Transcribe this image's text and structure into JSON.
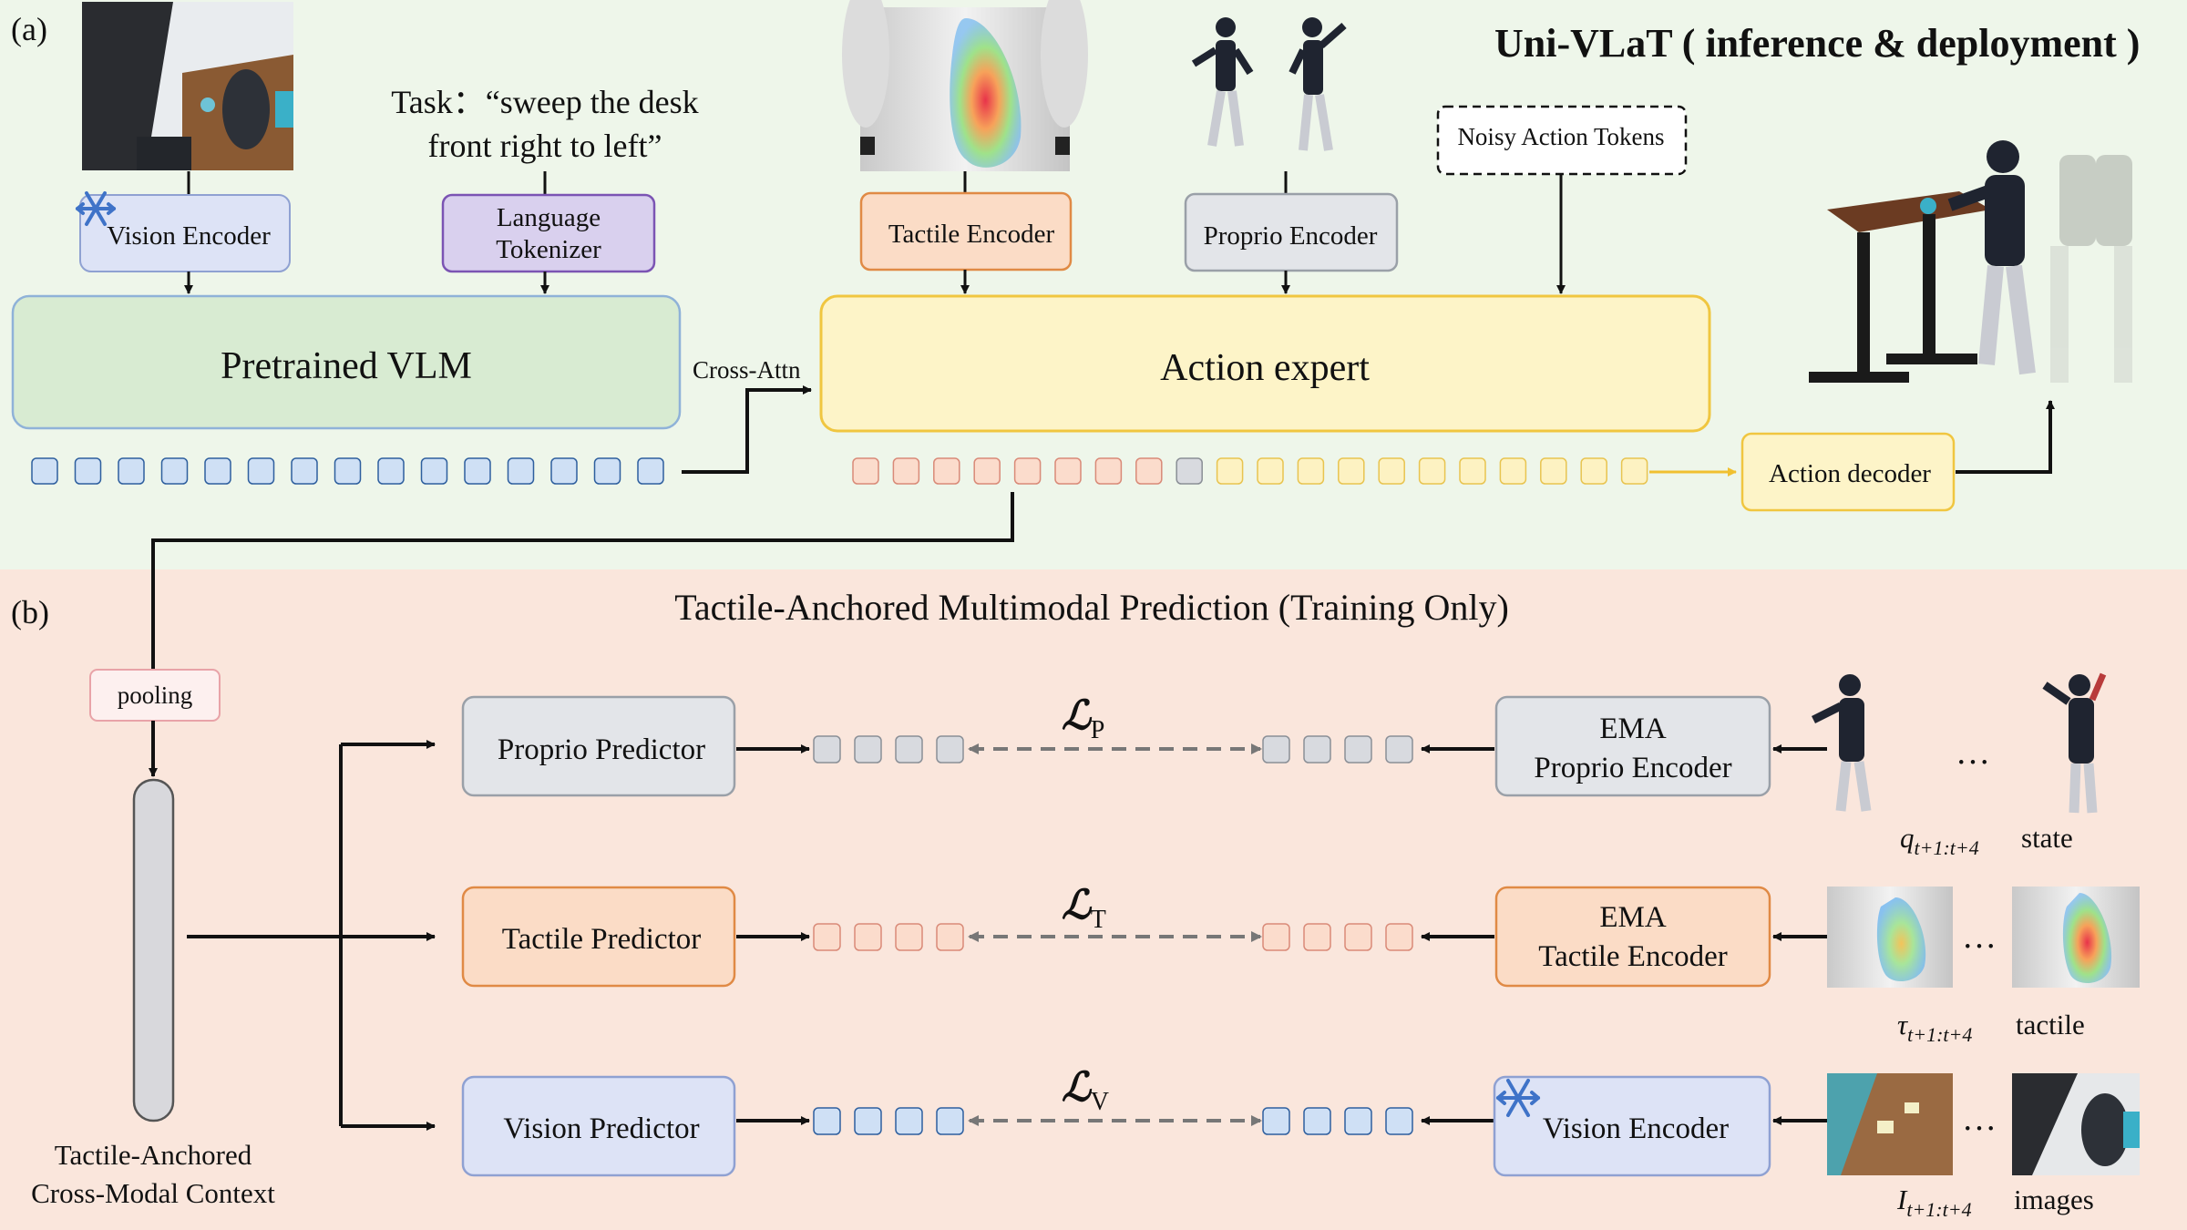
{
  "panel_a": {
    "label": "(a)",
    "title": "Uni-VLaT ( inference & deployment )",
    "task_text_line1": "Task：“sweep the desk",
    "task_text_line2": "front right to left”",
    "vision_encoder": "Vision Encoder",
    "language_tokenizer_line1": "Language",
    "language_tokenizer_line2": "Tokenizer",
    "tactile_encoder": "Tactile Encoder",
    "proprio_encoder": "Proprio Encoder",
    "noisy_action_tokens": "Noisy Action Tokens",
    "pretrained_vlm": "Pretrained VLM",
    "cross_attn": "Cross-Attn",
    "action_expert": "Action expert",
    "action_decoder": "Action decoder"
  },
  "panel_b": {
    "label": "(b)",
    "title": "Tactile-Anchored Multimodal Prediction (Training Only)",
    "pooling": "pooling",
    "context_line1": "Tactile-Anchored",
    "context_line2": "Cross-Modal Context",
    "proprio_predictor": "Proprio Predictor",
    "tactile_predictor": "Tactile Predictor",
    "vision_predictor": "Vision Predictor",
    "loss_p_main": "ℒ",
    "loss_p_sub": "P",
    "loss_t_main": "ℒ",
    "loss_t_sub": "T",
    "loss_v_main": "ℒ",
    "loss_v_sub": "V",
    "ema_label": "EMA",
    "ema_proprio_encoder": "Proprio Encoder",
    "ema_tactile_encoder": "Tactile Encoder",
    "vision_encoder": "Vision Encoder",
    "ellipsis": "…",
    "q_main": "q",
    "q_sub": "t+1:t+4",
    "state": "state",
    "tau_main": "τ",
    "tau_sub": "t+1:t+4",
    "tactile": "tactile",
    "i_main": "I",
    "i_sub": "t+1:t+4",
    "images": "images"
  },
  "colors": {
    "panel_a_bg": "#eef6ea",
    "panel_b_bg": "#fae6dc",
    "vision_fill": "#dde3f6",
    "vision_stroke": "#8fa1d2",
    "language_fill": "#d9d0ee",
    "language_stroke": "#7b54b3",
    "tactile_fill": "#fbdcc6",
    "tactile_stroke": "#e08a45",
    "proprio_fill": "#e3e5e9",
    "proprio_stroke": "#9aa0a8",
    "vlm_fill": "#d8ebd2",
    "vlm_stroke": "#8fb2d8",
    "action_fill": "#fdf4c8",
    "action_stroke": "#f0c640",
    "token_blue": "#cfe0f5",
    "token_blue_stroke": "#2e5f9e",
    "token_peach": "#fbdccc",
    "token_peach_stroke": "#d98a78",
    "token_gray": "#d8dadf",
    "token_gray_stroke": "#8a8f96",
    "token_yellow": "#fdf2c2",
    "token_yellow_stroke": "#e8c450",
    "snowflake": "#3f73c8"
  }
}
